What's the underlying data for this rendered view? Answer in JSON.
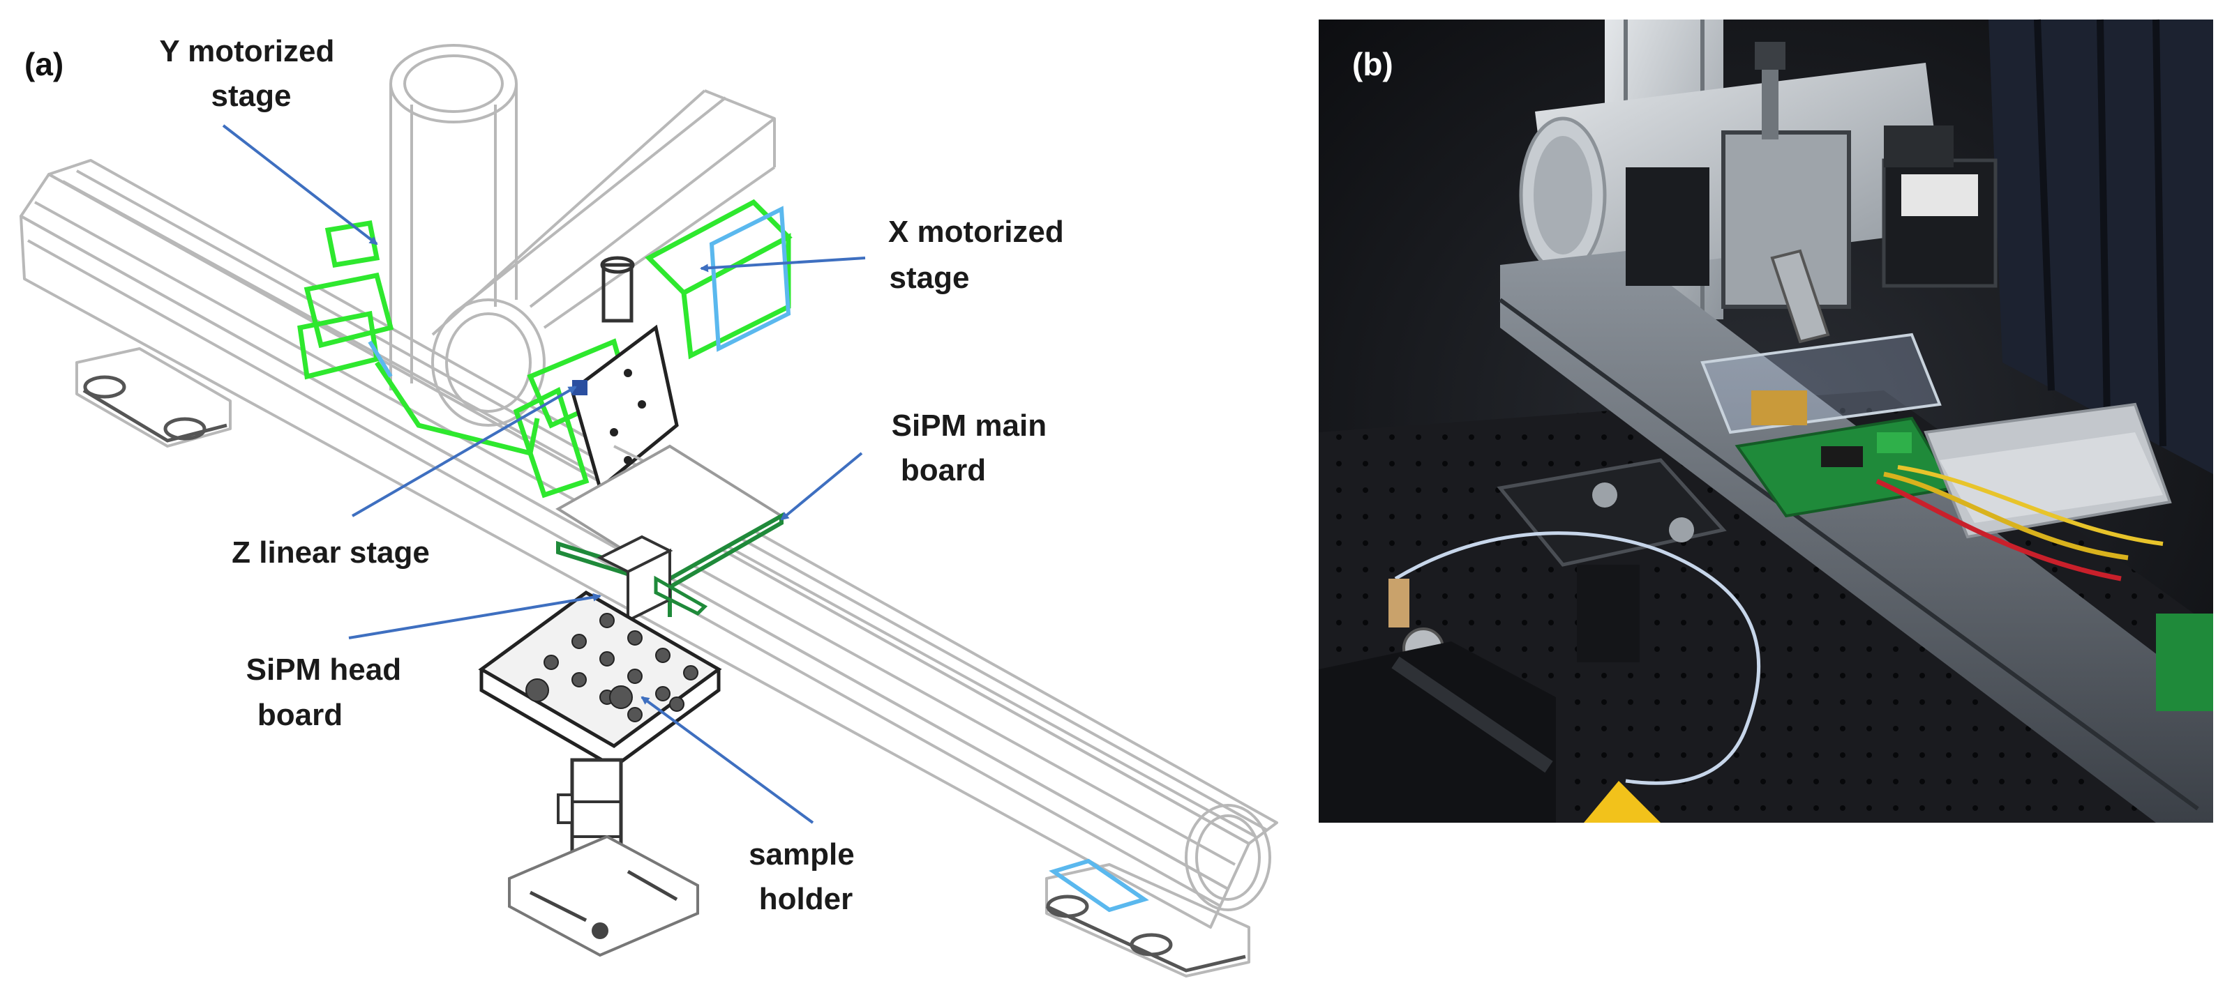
{
  "panel_a": {
    "panel_label": "(a)",
    "labels": {
      "y_stage": [
        "Y motorized",
        "stage"
      ],
      "x_stage": [
        "X motorized",
        "stage"
      ],
      "sipm_main": [
        "SiPM main",
        "board"
      ],
      "z_stage": [
        "Z linear stage"
      ],
      "sipm_head": [
        "SiPM head",
        "board"
      ],
      "sample_holder": [
        "sample",
        "holder"
      ]
    }
  },
  "panel_b": {
    "panel_label": "(b)"
  },
  "colors": {
    "annotation_arrow": "#3e6fc0",
    "cad_outline": "#b8b8b8",
    "motor_green": "#2ee82e",
    "motor_blue": "#5ab8ee",
    "pcb_green": "#1f8a3a",
    "photo_dark": "#15171c"
  }
}
